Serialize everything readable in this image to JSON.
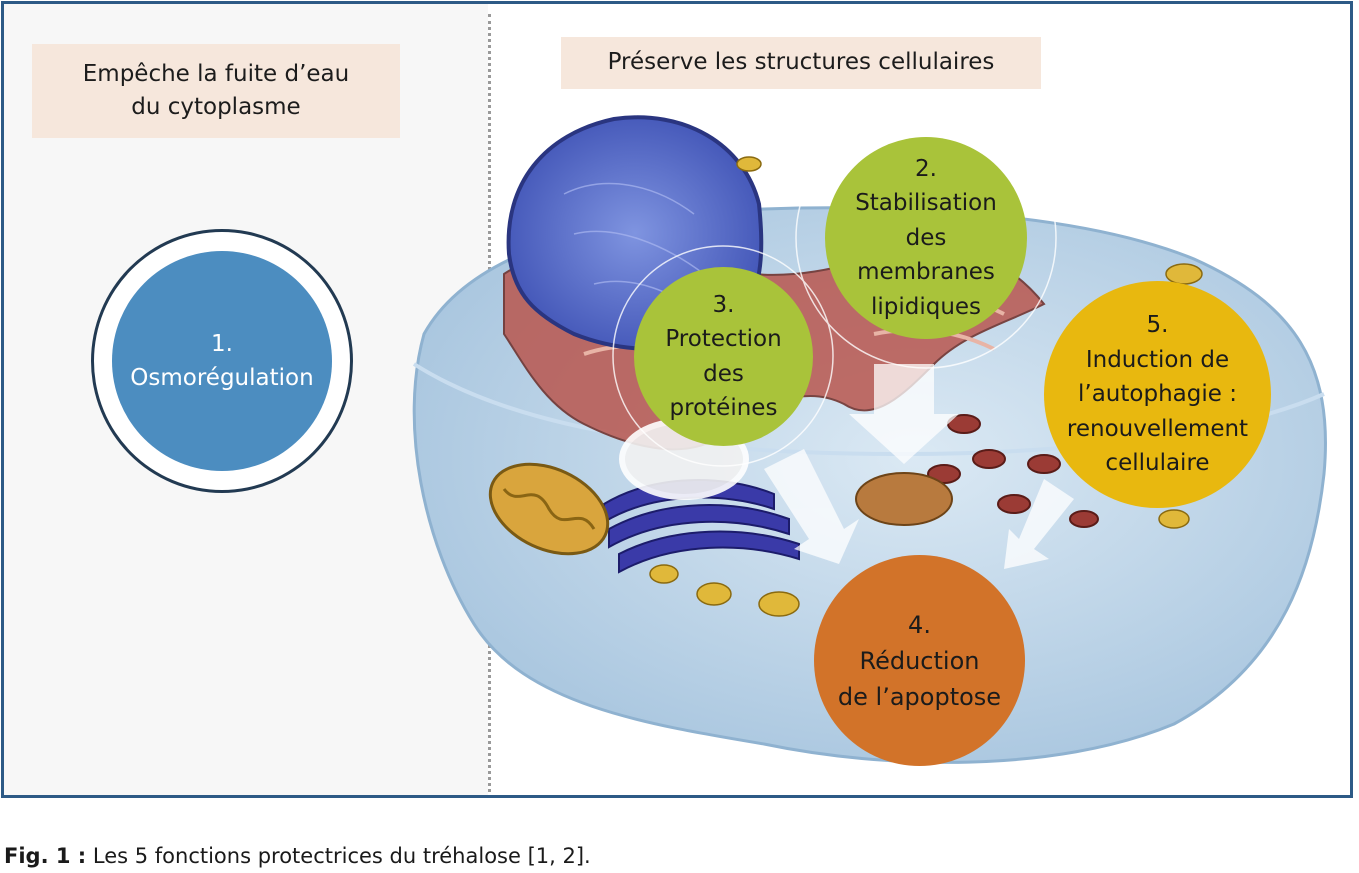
{
  "left_label": "Empêche la fuite d’eau\ndu cytoplasme",
  "right_label": "Préserve les structures cellulaires",
  "functions": {
    "f1": "1.\nOsmorégulation",
    "f2": "2.\nStabilisation\ndes\nmembranes\nlipidiques",
    "f3": "3.\nProtection\ndes\nprotéines",
    "f4": "4.\nRéduction\nde l’apoptose",
    "f5": "5.\nInduction de\nl’autophagie :\nrenouvellement\ncellulaire"
  },
  "caption": {
    "prefix": "Fig. 1 :",
    "text": " Les 5 fonctions protectrices du tréhalose [1, 2]."
  },
  "colors": {
    "frame": "#2d5a86",
    "osmo": "#4c8dc0",
    "green": "#a9c33a",
    "orange": "#d27329",
    "yellow": "#e8b80f",
    "label_bg": "#f6e7dc"
  }
}
